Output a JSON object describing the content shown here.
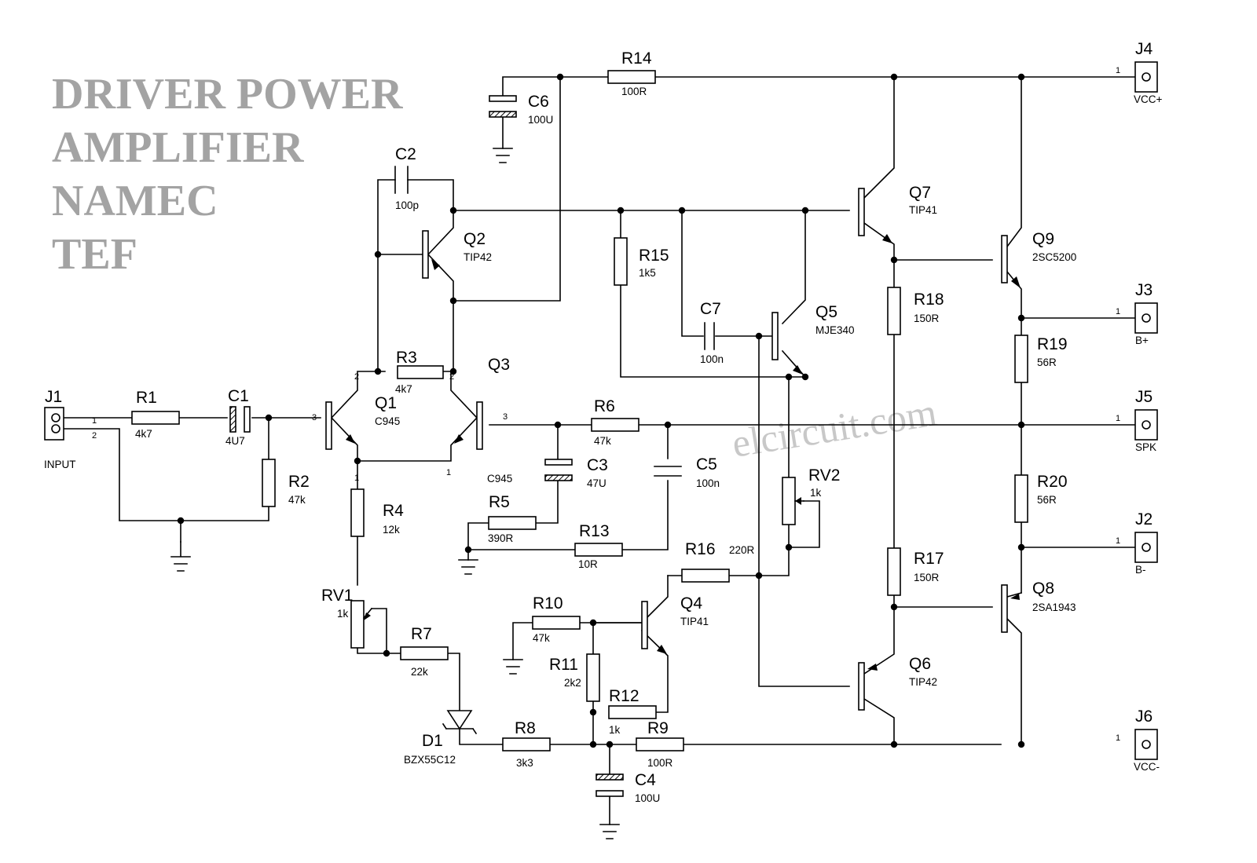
{
  "title_lines": [
    "DRIVER POWER",
    "AMPLIFIER",
    "NAMEC",
    "TEF"
  ],
  "watermark": "elcircuit.com",
  "extra_label": "C945",
  "components": {
    "J1": {
      "ref": "J1",
      "value": "INPUT",
      "pins": [
        "1",
        "2"
      ]
    },
    "J2": {
      "ref": "J2",
      "value": "B-",
      "pin": "1"
    },
    "J3": {
      "ref": "J3",
      "value": "B+",
      "pin": "1"
    },
    "J4": {
      "ref": "J4",
      "value": "VCC+",
      "pin": "1"
    },
    "J5": {
      "ref": "J5",
      "value": "SPK",
      "pin": "1"
    },
    "J6": {
      "ref": "J6",
      "value": "VCC-",
      "pin": "1"
    },
    "R1": {
      "ref": "R1",
      "value": "4k7"
    },
    "R2": {
      "ref": "R2",
      "value": "47k"
    },
    "R3": {
      "ref": "R3",
      "value": "4k7"
    },
    "R4": {
      "ref": "R4",
      "value": "12k"
    },
    "R5": {
      "ref": "R5",
      "value": "390R"
    },
    "R6": {
      "ref": "R6",
      "value": "47k"
    },
    "R7": {
      "ref": "R7",
      "value": "22k"
    },
    "R8": {
      "ref": "R8",
      "value": "3k3"
    },
    "R9": {
      "ref": "R9",
      "value": "100R"
    },
    "R10": {
      "ref": "R10",
      "value": "47k"
    },
    "R11": {
      "ref": "R11",
      "value": "2k2"
    },
    "R12": {
      "ref": "R12",
      "value": "1k"
    },
    "R13": {
      "ref": "R13",
      "value": "10R"
    },
    "R14": {
      "ref": "R14",
      "value": "100R"
    },
    "R15": {
      "ref": "R15",
      "value": "1k5"
    },
    "R16": {
      "ref": "R16",
      "value": "220R"
    },
    "R17": {
      "ref": "R17",
      "value": "150R"
    },
    "R18": {
      "ref": "R18",
      "value": "150R"
    },
    "R19": {
      "ref": "R19",
      "value": "56R"
    },
    "R20": {
      "ref": "R20",
      "value": "56R"
    },
    "C1": {
      "ref": "C1",
      "value": "4U7"
    },
    "C2": {
      "ref": "C2",
      "value": "100p"
    },
    "C3": {
      "ref": "C3",
      "value": "47U"
    },
    "C4": {
      "ref": "C4",
      "value": "100U"
    },
    "C5": {
      "ref": "C5",
      "value": "100n"
    },
    "C6": {
      "ref": "C6",
      "value": "100U"
    },
    "C7": {
      "ref": "C7",
      "value": "100n"
    },
    "RV1": {
      "ref": "RV1",
      "value": "1k"
    },
    "RV2": {
      "ref": "RV2",
      "value": "1k"
    },
    "D1": {
      "ref": "D1",
      "value": "BZX55C12"
    },
    "Q1": {
      "ref": "Q1",
      "value": "C945",
      "pins": [
        "2",
        "3",
        "1"
      ]
    },
    "Q2": {
      "ref": "Q2",
      "value": "TIP42"
    },
    "Q3": {
      "ref": "Q3",
      "pins": [
        "2",
        "3",
        "1"
      ]
    },
    "Q4": {
      "ref": "Q4",
      "value": "TIP41"
    },
    "Q5": {
      "ref": "Q5",
      "value": "MJE340"
    },
    "Q6": {
      "ref": "Q6",
      "value": "TIP42"
    },
    "Q7": {
      "ref": "Q7",
      "value": "TIP41"
    },
    "Q8": {
      "ref": "Q8",
      "value": "2SA1943"
    },
    "Q9": {
      "ref": "Q9",
      "value": "2SC5200"
    }
  }
}
